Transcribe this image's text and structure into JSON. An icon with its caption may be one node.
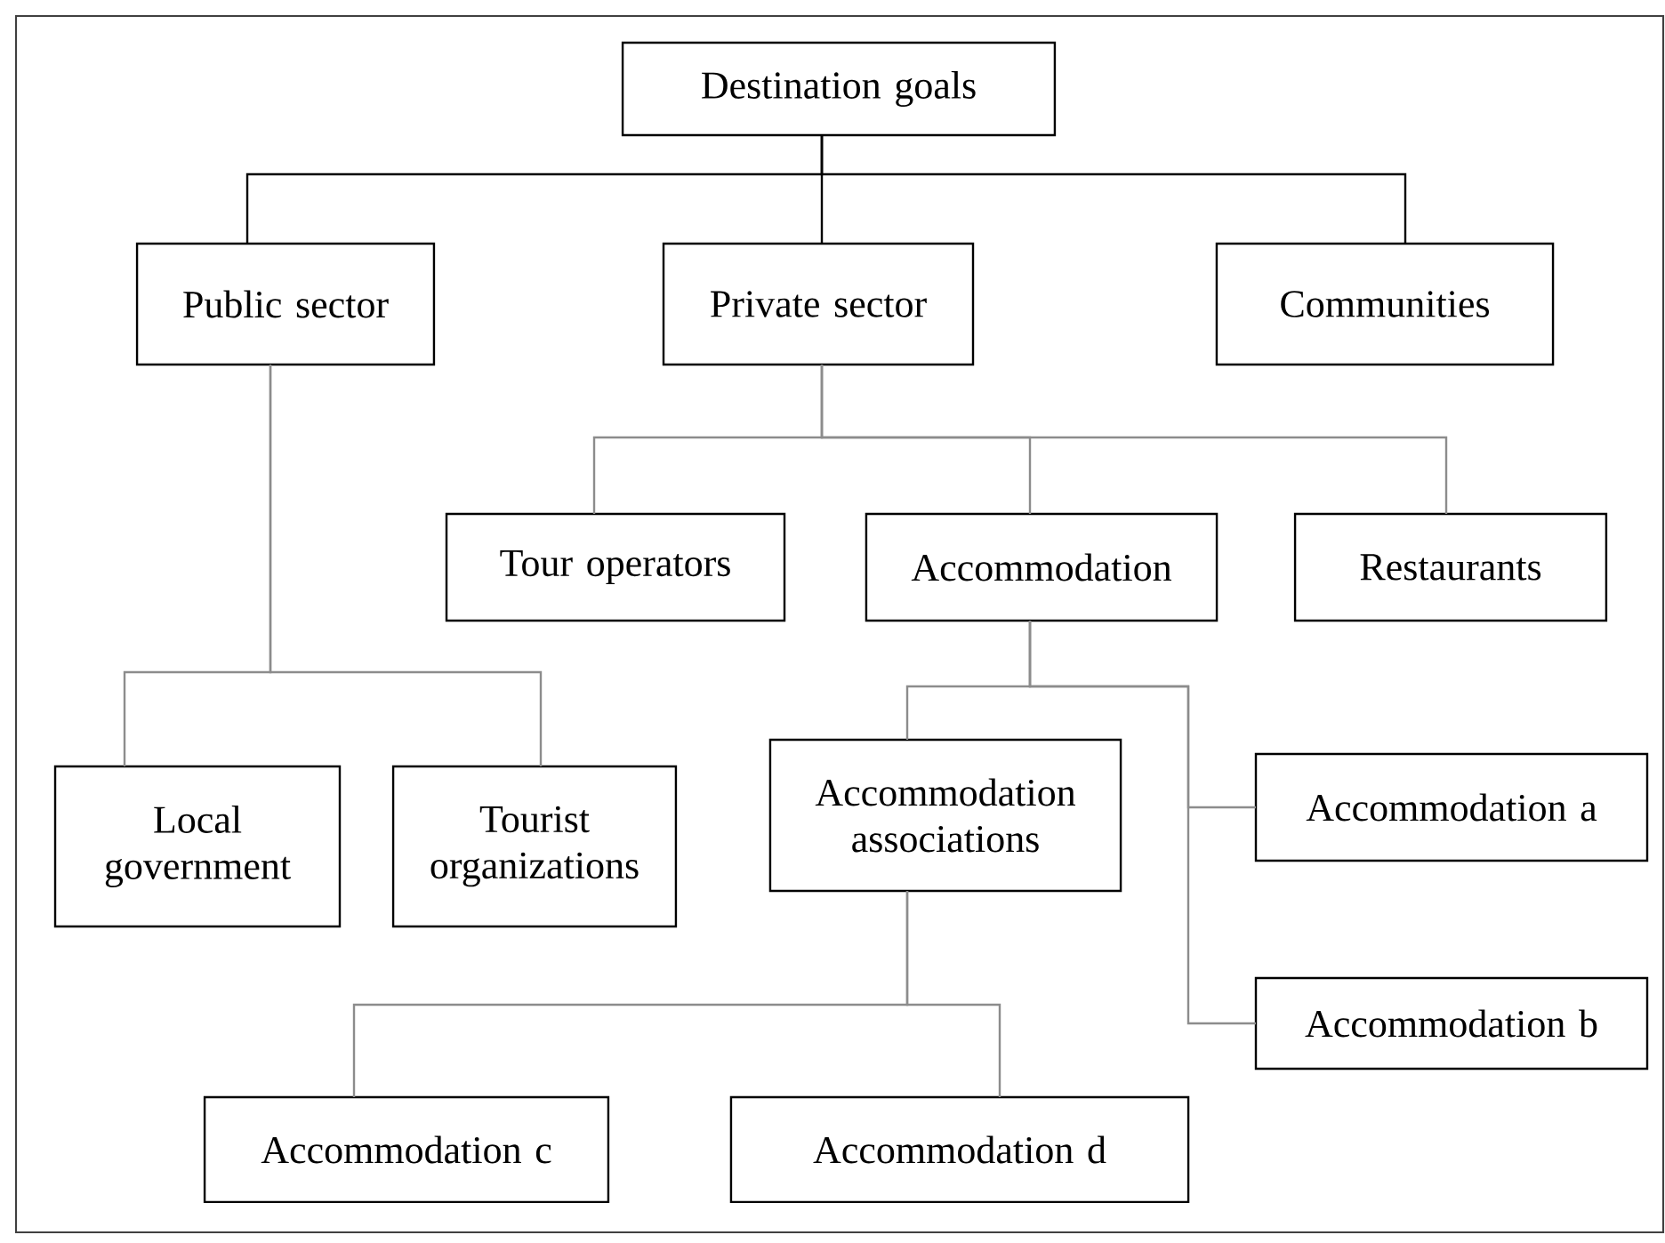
{
  "diagram": {
    "nodes": [
      {
        "text": [
          "Destination goals"
        ]
      },
      {
        "text": [
          "Public sector"
        ]
      },
      {
        "text": [
          "Private sector"
        ]
      },
      {
        "text": [
          "Communities"
        ]
      },
      {
        "text": [
          "Tour operators"
        ]
      },
      {
        "text": [
          "Accommodation"
        ]
      },
      {
        "text": [
          "Restaurants"
        ]
      },
      {
        "text": [
          "Local government"
        ]
      },
      {
        "text": [
          "Tourist organizations"
        ]
      },
      {
        "text": [
          "Accommodation associations"
        ]
      },
      {
        "text": [
          "Accommodation a"
        ]
      },
      {
        "text": [
          "Accommodation b"
        ]
      },
      {
        "text": [
          "Accommodation c"
        ]
      },
      {
        "text": [
          "Accommodation d"
        ]
      }
    ],
    "edges": [
      {
        "from": 0,
        "to": 1,
        "arrow": "none",
        "color": "#000000"
      },
      {
        "from": 0,
        "to": 2,
        "arrow": "none",
        "color": "#000000"
      },
      {
        "from": 0,
        "to": 3,
        "arrow": "none",
        "color": "#000000"
      },
      {
        "from": 2,
        "to": 4,
        "arrow": "none"
      },
      {
        "from": 2,
        "to": 5,
        "arrow": "none"
      },
      {
        "from": 2,
        "to": 6,
        "arrow": "none"
      },
      {
        "from": 1,
        "to": 7,
        "arrow": "none"
      },
      {
        "from": 1,
        "to": 8,
        "arrow": "none"
      },
      {
        "from": 5,
        "to": 9,
        "arrow": "none"
      },
      {
        "from": 5,
        "to": 10,
        "arrow": "none"
      },
      {
        "from": 5,
        "to": 11,
        "arrow": "none"
      },
      {
        "from": 9,
        "to": 12,
        "arrow": "none"
      },
      {
        "from": 9,
        "to": 13,
        "arrow": "none"
      }
    ]
  }
}
